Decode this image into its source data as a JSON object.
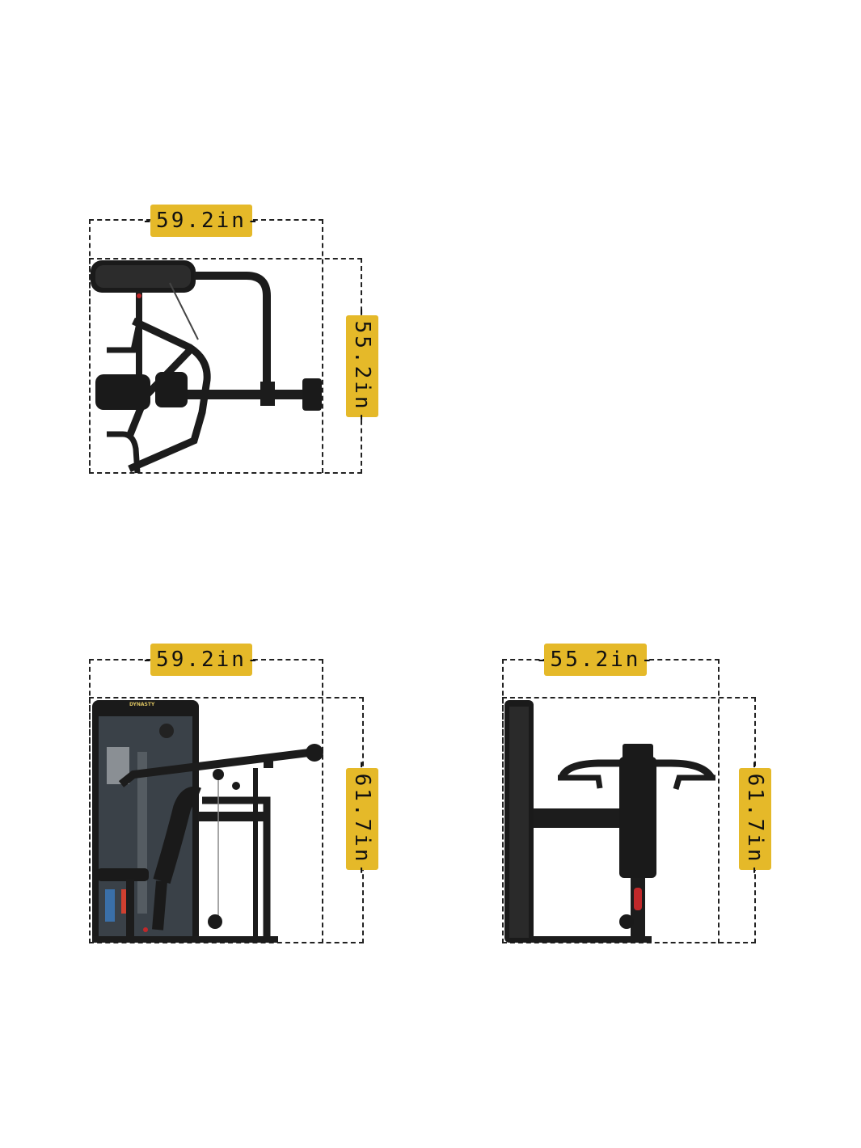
{
  "views": {
    "top": {
      "width_label": "-59.2in-",
      "depth_label": "-55.2in-"
    },
    "side": {
      "width_label": "-59.2in-",
      "height_label": "-61.7in-",
      "brand": "DYNASTY"
    },
    "front": {
      "width_label": "-55.2in-",
      "height_label": "-61.7in-"
    }
  },
  "colors": {
    "label_bg": "#e5b929",
    "frame": "#1c1c1c",
    "shroud": "#3a4148"
  }
}
